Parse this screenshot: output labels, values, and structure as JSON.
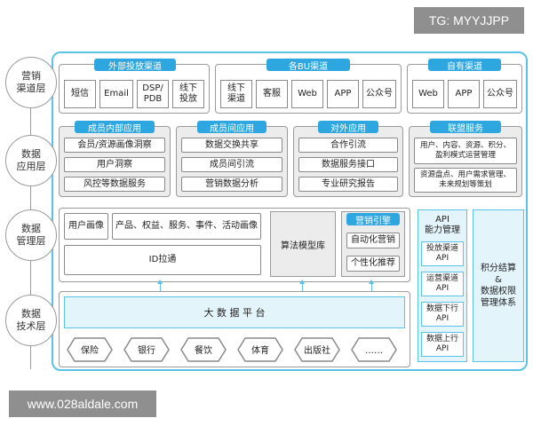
{
  "watermarks": {
    "top_right": "TG: MYYJJPP",
    "bottom_left": "www.028aldale.com"
  },
  "layers": [
    "营销\n渠道层",
    "数据\n应用层",
    "数据\n管理层",
    "数据\n技术层"
  ],
  "channel": {
    "external": {
      "title": "外部投放渠道",
      "items": [
        "短信",
        "Email",
        "DSP/\nPDB",
        "线下\n投放"
      ]
    },
    "bu": {
      "title": "各BU渠道",
      "items": [
        "线下\n渠道",
        "客服",
        "Web",
        "APP",
        "公众号"
      ]
    },
    "own": {
      "title": "自有渠道",
      "items": [
        "Web",
        "APP",
        "公众号"
      ]
    }
  },
  "application": {
    "internal": {
      "title": "成员内部应用",
      "items": [
        "会员/资源画像洞察",
        "用户洞察",
        "风控等数据服务"
      ]
    },
    "between": {
      "title": "成员间应用",
      "items": [
        "数据交换共享",
        "成员间引流",
        "营销数据分析"
      ]
    },
    "external": {
      "title": "对外应用",
      "items": [
        "合作引流",
        "数据服务接口",
        "专业研究报告"
      ]
    },
    "alliance": {
      "title": "联盟服务",
      "items": [
        "用户、内容、资源、积分、\n盈利模式运营管理",
        "资源盘点、用户需求管理、\n未来规划等策划"
      ]
    }
  },
  "management": {
    "user_profile": "用户画像",
    "product_profile": "产品、权益、服务、事件、活动画像",
    "id_link": "ID拉通",
    "algorithm": "算法模型库",
    "marketing_engine": {
      "title": "营销引擎",
      "items": [
        "自动化营销",
        "个性化推荐"
      ]
    }
  },
  "tech": {
    "platform": "大 数 据 平 台",
    "sources": [
      "保险",
      "银行",
      "餐饮",
      "体育",
      "出版社",
      "……"
    ]
  },
  "api": {
    "title": "API\n能力管理",
    "items": [
      "投放渠道\nAPI",
      "运营渠道\nAPI",
      "数据下行\nAPI",
      "数据上行\nAPI"
    ]
  },
  "points": {
    "label": "积分结算\n&\n数据权限\n管理体系"
  },
  "colors": {
    "accent": "#2ea7e0",
    "line": "#5bc3e6",
    "light": "#e3f4fb",
    "grey": "#ececec"
  }
}
